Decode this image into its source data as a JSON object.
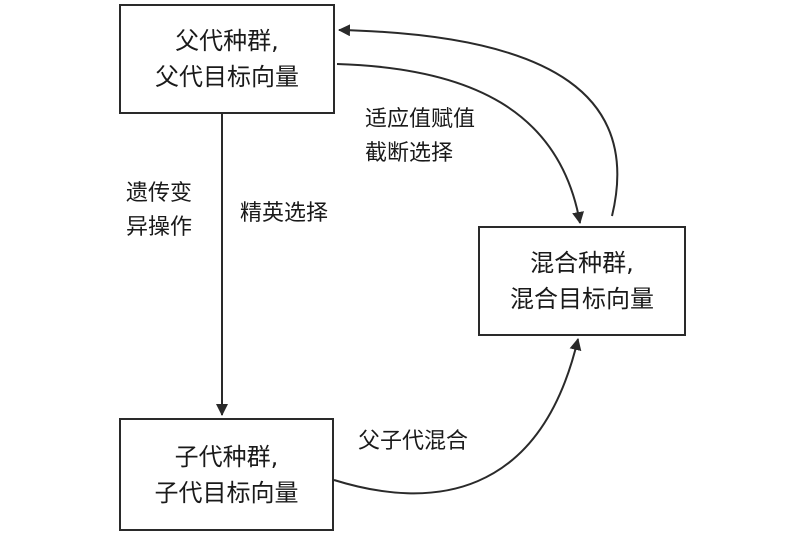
{
  "boxes": {
    "parent": {
      "line1": "父代种群,",
      "line2": "父代目标向量"
    },
    "mixed": {
      "line1": "混合种群,",
      "line2": "混合目标向量"
    },
    "child": {
      "line1": "子代种群,",
      "line2": "子代目标向量"
    }
  },
  "labels": {
    "truncation": {
      "line1": "适应值赋值",
      "line2": "截断选择"
    },
    "genetic": {
      "line1": "遗传变",
      "line2": "异操作"
    },
    "elite": "精英选择",
    "merge": "父子代混合"
  },
  "colors": {
    "stroke": "#2a2a2a",
    "text": "#1a1a1a",
    "background": "#ffffff"
  }
}
